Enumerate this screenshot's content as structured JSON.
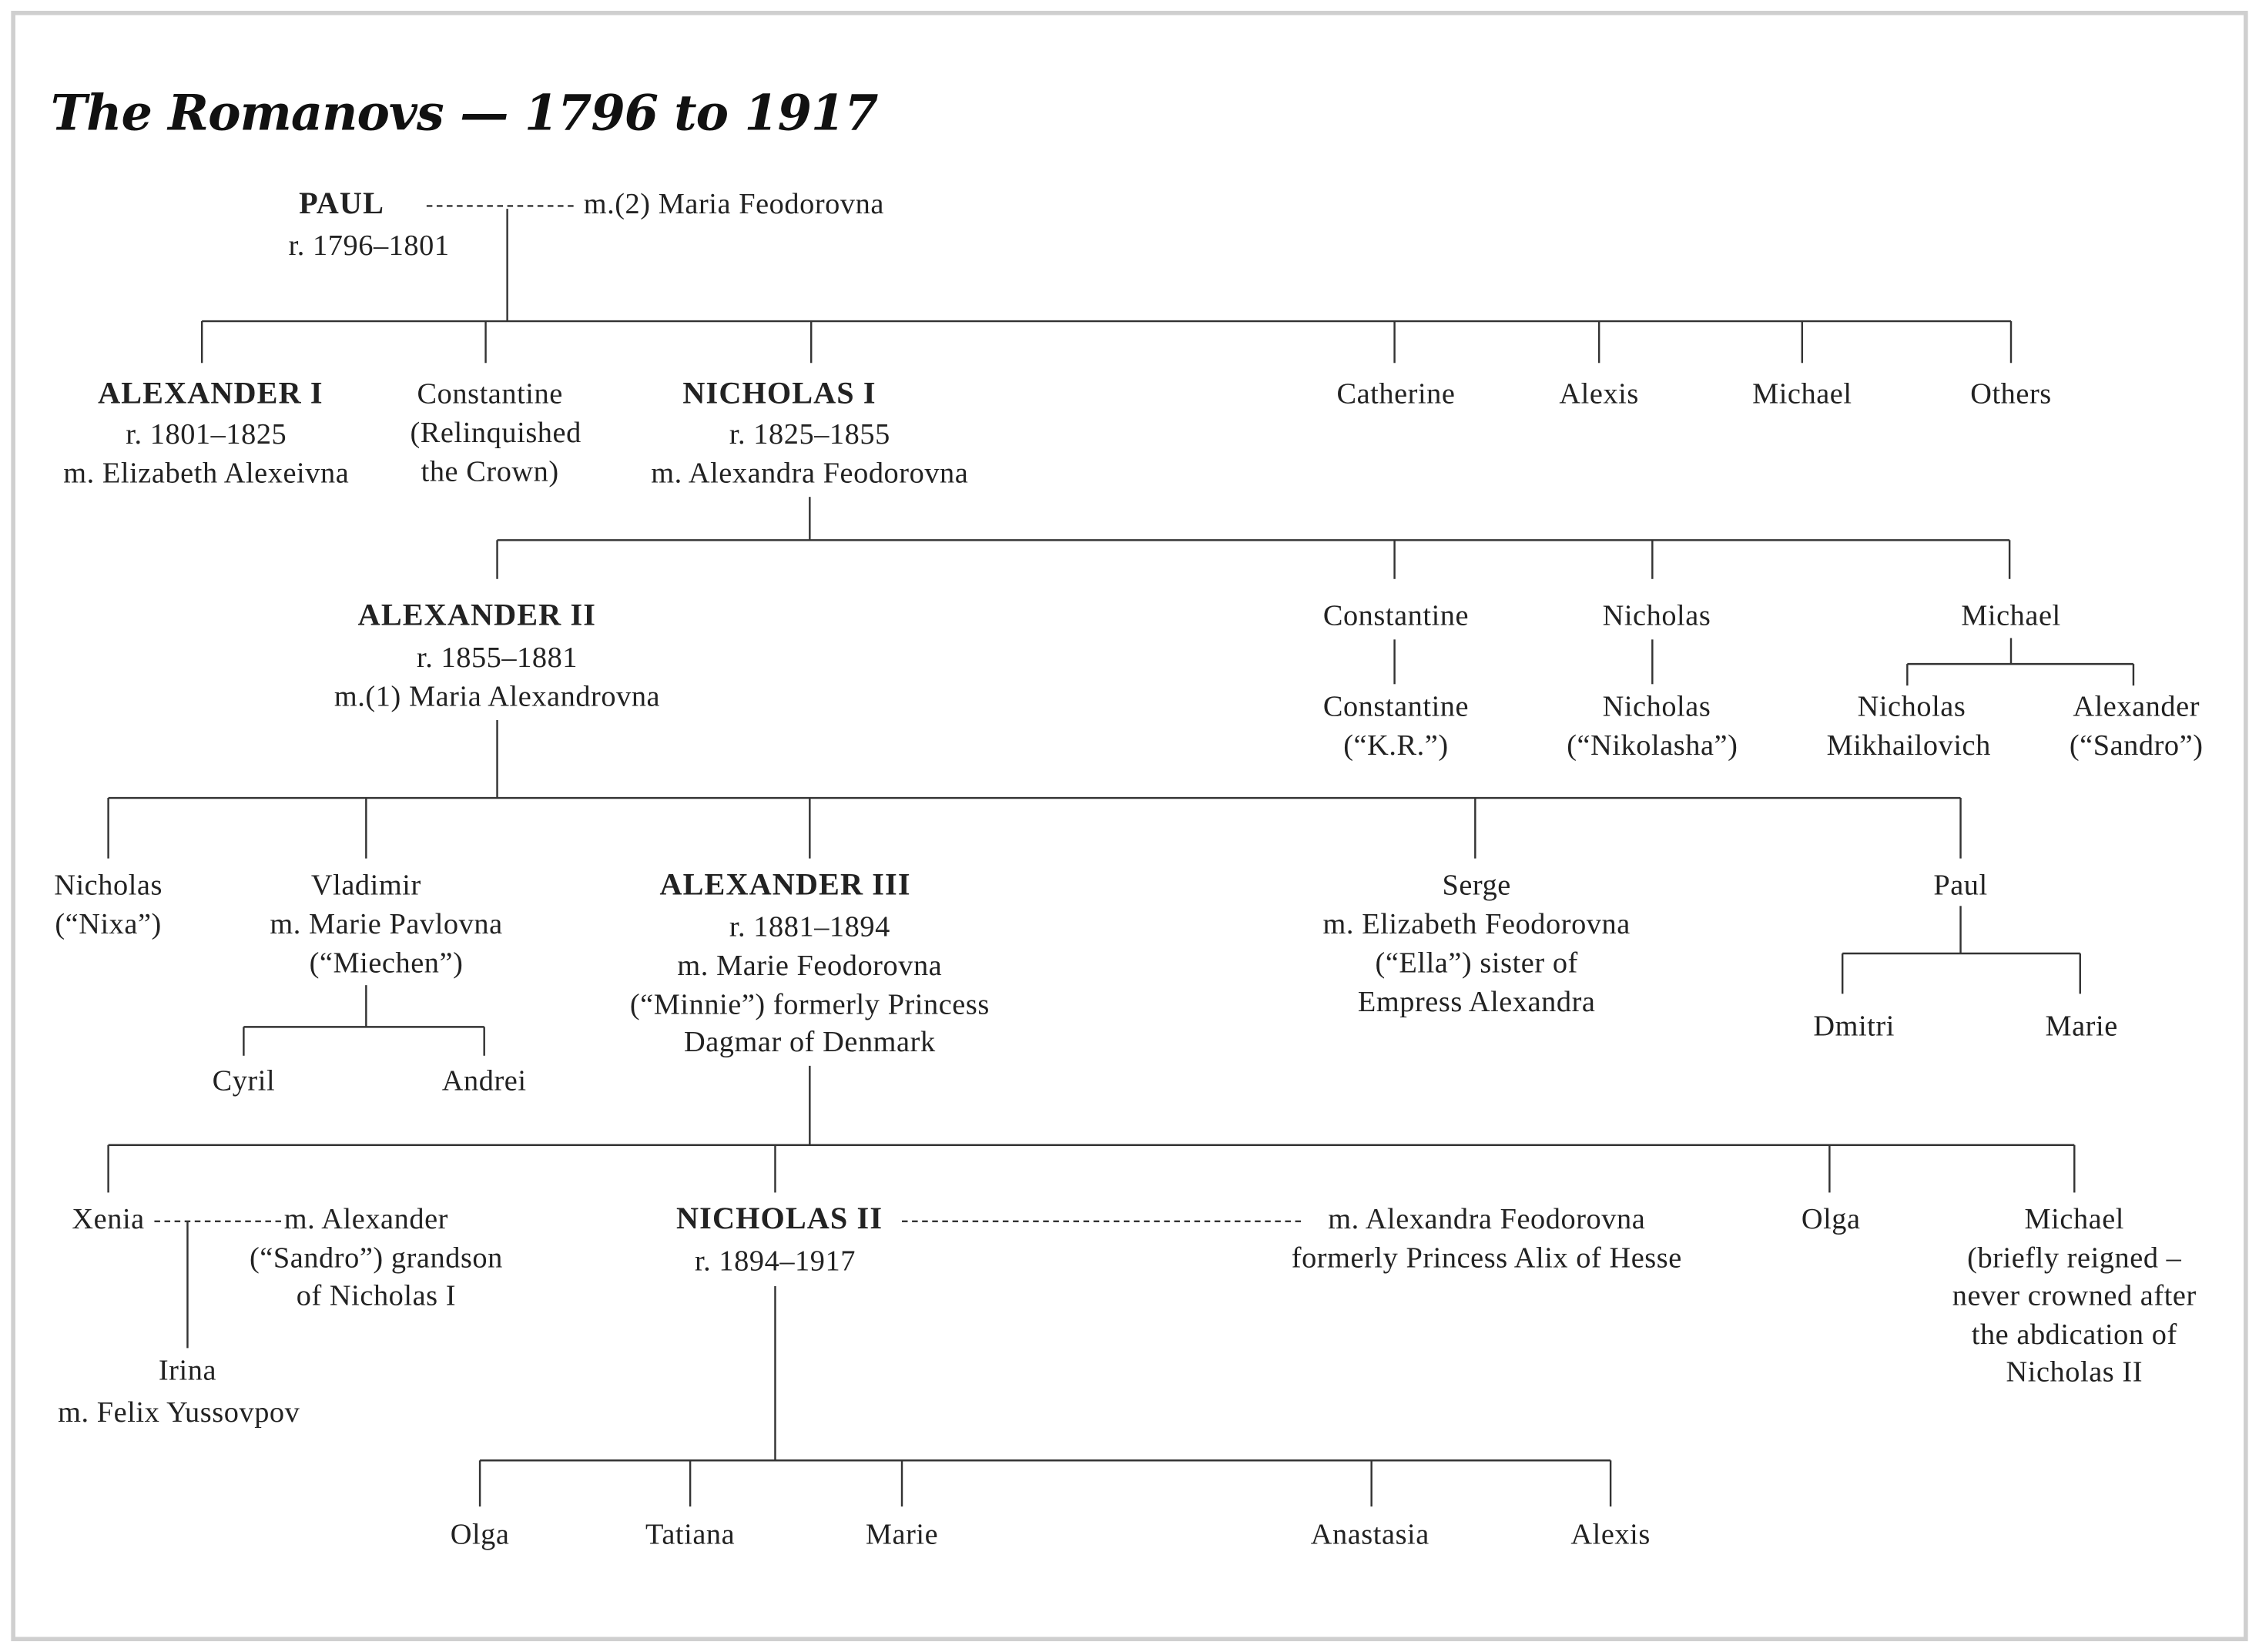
{
  "title": "The Romanovs — 1796 to 1917",
  "paul": {
    "name": "PAUL",
    "reign": "r. 1796–1801",
    "spouse": "m.(2) Maria Feodorovna"
  },
  "gen1": {
    "alexander_i": {
      "name": "ALEXANDER I",
      "reign": "r. 1801–1825",
      "spouse": "m. Elizabeth Alexeivna"
    },
    "constantine": {
      "name": "Constantine",
      "note1": "(Relinquished",
      "note2": "the Crown)"
    },
    "nicholas_i": {
      "name": "NICHOLAS I",
      "reign": "r. 1825–1855",
      "spouse": "m. Alexandra Feodorovna"
    },
    "catherine": "Catherine",
    "alexis": "Alexis",
    "michael": "Michael",
    "others": "Others"
  },
  "gen2": {
    "alexander_ii": {
      "name": "ALEXANDER II",
      "reign": "r. 1855–1881",
      "spouse": "m.(1) Maria Alexandrovna"
    },
    "constantine": {
      "name": "Constantine",
      "child": "Constantine",
      "child_nick": "(“K.R.”)"
    },
    "nicholas": {
      "name": "Nicholas",
      "child": "Nicholas",
      "child_nick": "(“Nikolasha”)"
    },
    "michael": {
      "name": "Michael",
      "child1_a": "Nicholas",
      "child1_b": "Mikhailovich",
      "child2_a": "Alexander",
      "child2_b": "(“Sandro”)"
    }
  },
  "gen3": {
    "nicholas": {
      "name": "Nicholas",
      "nick": "(“Nixa”)"
    },
    "vladimir": {
      "name": "Vladimir",
      "spouse": "m. Marie Pavlovna",
      "spouse_nick": "(“Miechen”)",
      "children": [
        "Cyril",
        "Andrei"
      ]
    },
    "alexander_iii": {
      "name": "ALEXANDER III",
      "reign": "r. 1881–1894",
      "spouse": "m. Marie Feodorovna",
      "note1": "(“Minnie”) formerly Princess",
      "note2": "Dagmar of Denmark"
    },
    "serge": {
      "name": "Serge",
      "spouse": "m. Elizabeth Feodorovna",
      "note1": "(“Ella”) sister of",
      "note2": "Empress Alexandra"
    },
    "paul": {
      "name": "Paul",
      "children": [
        "Dmitri",
        "Marie"
      ]
    }
  },
  "gen4": {
    "xenia": {
      "name": "Xenia",
      "spouse1": "m. Alexander",
      "spouse2": "(“Sandro”) grandson",
      "spouse3": "of Nicholas I",
      "child": "Irina",
      "child_spouse": "m. Felix Yussovpov"
    },
    "nicholas_ii": {
      "name": "NICHOLAS II",
      "reign": "r. 1894–1917",
      "spouse1": "m. Alexandra Feodorovna",
      "spouse2": "formerly Princess Alix of Hesse"
    },
    "olga": "Olga",
    "michael": {
      "name": "Michael",
      "note1": "(briefly reigned –",
      "note2": "never crowned after",
      "note3": "the abdication of",
      "note4": "Nicholas II"
    }
  },
  "gen5": [
    "Olga",
    "Tatiana",
    "Marie",
    "Anastasia",
    "Alexis"
  ]
}
